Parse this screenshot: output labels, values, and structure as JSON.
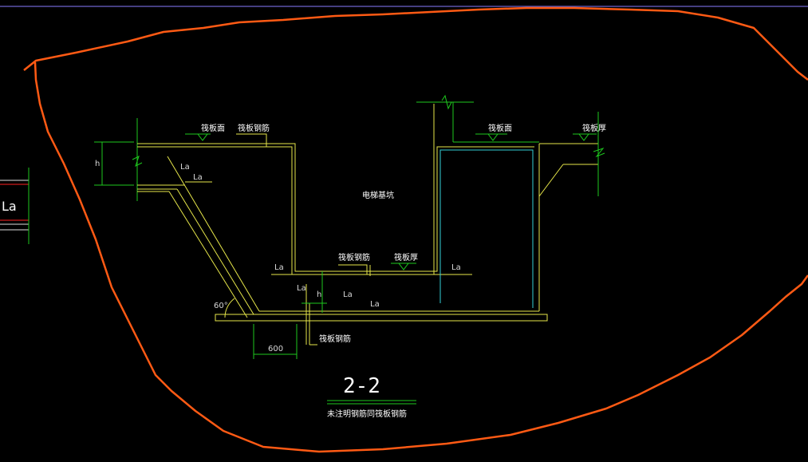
{
  "colors": {
    "background": "#000000",
    "rebar": "#e6e64a",
    "dimension": "#1ec81e",
    "outline": "#e0e0e0",
    "markup": "#ff5a14",
    "inner": "#33d0d8",
    "topline": "#8a7cff",
    "red": "#ff2020"
  },
  "labels": {
    "la_left_edge": "La",
    "la_top_1": "La",
    "la_top_2": "La",
    "la_mid_left": "La",
    "la_mid_right": "La",
    "la_bottom_1": "La",
    "la_bottom_2": "La",
    "la_bottom_3": "La",
    "h_left": "h",
    "h_bottom": "h",
    "angle": "60°",
    "dim_600": "600",
    "note_top_1": "筏板面",
    "note_top_2": "筏板钢筋",
    "note_top_3": "筏板面",
    "note_top_4": "筏板厚",
    "note_center": "电梯基坑",
    "note_mid_1": "筏板钢筋",
    "note_mid_2": "筏板厚",
    "note_bottom": "筏板钢筋",
    "section_title": "2-2",
    "section_caption": "未注明钢筋同筏板钢筋"
  }
}
